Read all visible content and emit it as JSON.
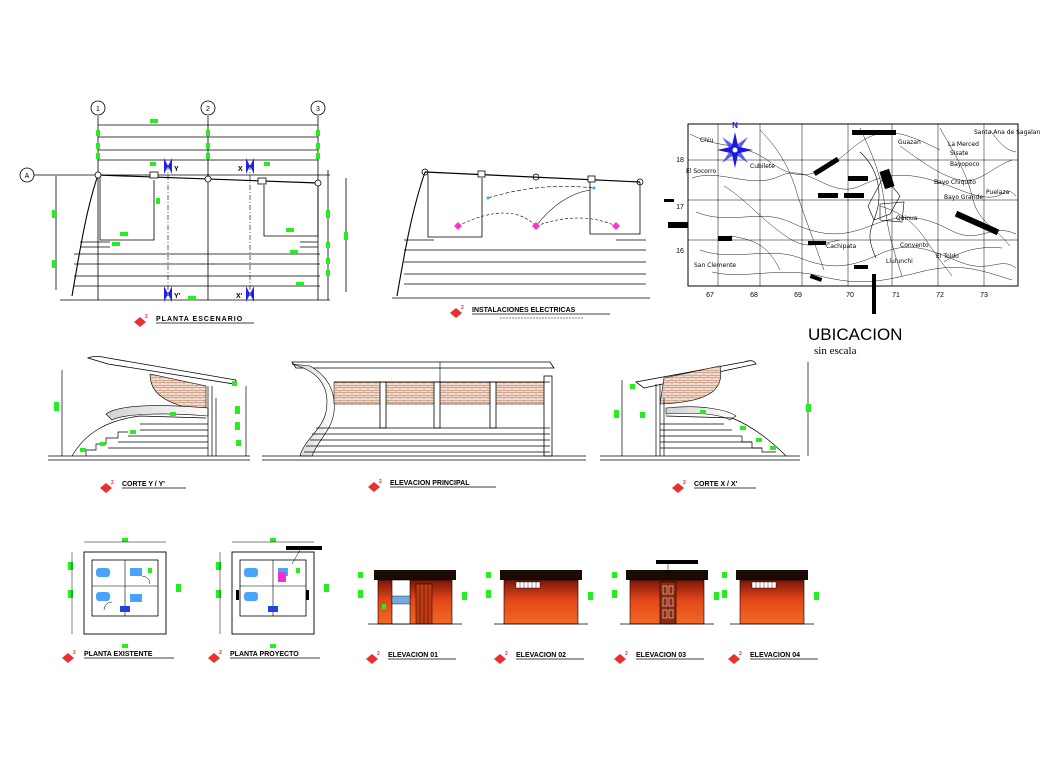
{
  "plan": {
    "grid_labels": [
      "1",
      "2",
      "3"
    ],
    "row_label": "A",
    "section_marks": [
      "Y",
      "X",
      "Y'",
      "X'"
    ],
    "title": "PLANTA ESCENARIO"
  },
  "electrical": {
    "title": "INSTALACIONES ELECTRICAS"
  },
  "sections": {
    "corte_yy": "CORTE Y / Y'",
    "elevation_main": "ELEVACION PRINCIPAL",
    "corte_xx": "CORTE X / X'"
  },
  "small_drawings": {
    "plan_existing": "PLANTA EXISTENTE",
    "plan_project": "PLANTA PROYECTO",
    "elev_01": "ELEVACION 01",
    "elev_02": "ELEVACION 02",
    "elev_03": "ELEVACION 03",
    "elev_04": "ELEVACION 04"
  },
  "location_map": {
    "title": "UBICACION",
    "scale_note": "sin escala",
    "north": "N",
    "x_ticks": [
      "67",
      "68",
      "69",
      "70",
      "71",
      "72",
      "73"
    ],
    "y_ticks": [
      "18",
      "17",
      "16"
    ],
    "place_names": [
      "Chiu",
      "El Socorro",
      "Cubilete",
      "Guazan",
      "Santa Ana de Sagalan",
      "La Merced",
      "Sisate",
      "Bayopoco",
      "Bayo Chiquito",
      "Bayo Grande",
      "Puelaza",
      "Quinua",
      "Cachipata",
      "Convento",
      "Llulunchi",
      "El Toldo",
      "San Clemente"
    ]
  },
  "colors": {
    "dim_marker": "#22ee22",
    "elevation_fill": "#e64a10",
    "elevation_dark": "#8a1e08",
    "lamp_marker": "#ff33cc",
    "north_star": "#1a1adf",
    "brick": "#c98b6b"
  }
}
